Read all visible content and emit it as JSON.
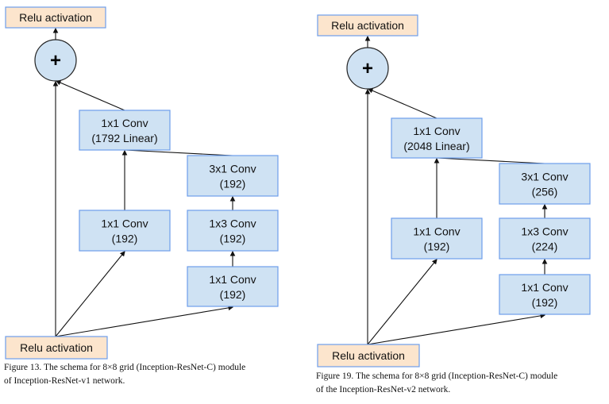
{
  "left": {
    "relu_top": "Relu activation",
    "plus": "+",
    "conv_linear": [
      "1x1 Conv",
      "(1792 Linear)"
    ],
    "conv_3x1": [
      "3x1 Conv",
      "(192)"
    ],
    "conv_1x1_mid": [
      "1x1 Conv",
      "(192)"
    ],
    "conv_1x3": [
      "1x3 Conv",
      "(192)"
    ],
    "conv_1x1_bottom": [
      "1x1 Conv",
      "(192)"
    ],
    "relu_bottom": "Relu activation",
    "caption": [
      "Figure 13. The schema for 8×8 grid (Inception-ResNet-C) module",
      "of Inception-ResNet-v1 network."
    ]
  },
  "right": {
    "relu_top": "Relu activation",
    "plus": "+",
    "conv_linear": [
      "1x1 Conv",
      "(2048 Linear)"
    ],
    "conv_3x1": [
      "3x1 Conv",
      "(256)"
    ],
    "conv_1x1_mid": [
      "1x1 Conv",
      "(192)"
    ],
    "conv_1x3": [
      "1x3 Conv",
      "(224)"
    ],
    "conv_1x1_bottom": [
      "1x1 Conv",
      "(192)"
    ],
    "relu_bottom": "Relu activation",
    "caption": [
      "Figure 19. The schema for 8×8 grid (Inception-ResNet-C) module",
      "of the Inception-ResNet-v2 network."
    ]
  },
  "colors": {
    "conv_fill": "#cfe2f3",
    "relu_fill": "#fce5cd",
    "border": "#6d9eeb"
  }
}
